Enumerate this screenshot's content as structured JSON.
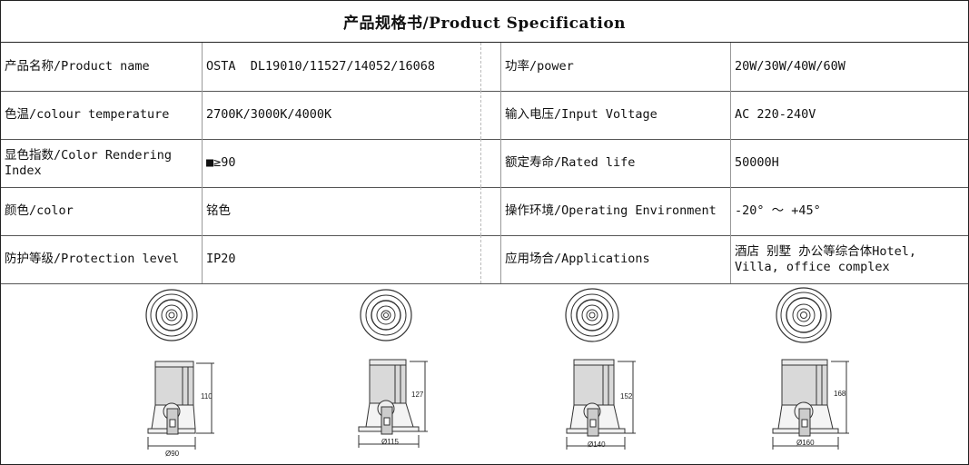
{
  "title": "产品规格书/Product Specification",
  "rows": [
    {
      "label1": "产品名称/Product name",
      "value1": "OSTA  DL19010/11527/14052/16068",
      "label2": "功率/power",
      "value2": "20W/30W/40W/60W"
    },
    {
      "label1": "色温/colour temperature",
      "value1": "2700K/3000K/4000K",
      "label2": "输入电压/Input Voltage",
      "value2": "AC 220-240V"
    },
    {
      "label1": "显色指数/Color Rendering Index",
      "value1": "■≥90",
      "label2": "额定寿命/Rated life",
      "value2": "50000H"
    },
    {
      "label1": "颜色/color",
      "value1": "铭色",
      "label2": "操作环境/Operating Environment",
      "value2": "-20° ～ +45°"
    },
    {
      "label1": "防护等级/Protection level",
      "value1": "IP20",
      "label2": "应用场合/Applications",
      "value2": "酒店 别墅 办公等综合体Hotel, Villa, office complex"
    }
  ],
  "drawings": [
    {
      "height": "110",
      "diameter": "Ø90"
    },
    {
      "height": "127",
      "diameter": "Ø115"
    },
    {
      "height": "152",
      "diameter": "Ø140"
    },
    {
      "height": "168",
      "diameter": "Ø160"
    }
  ]
}
